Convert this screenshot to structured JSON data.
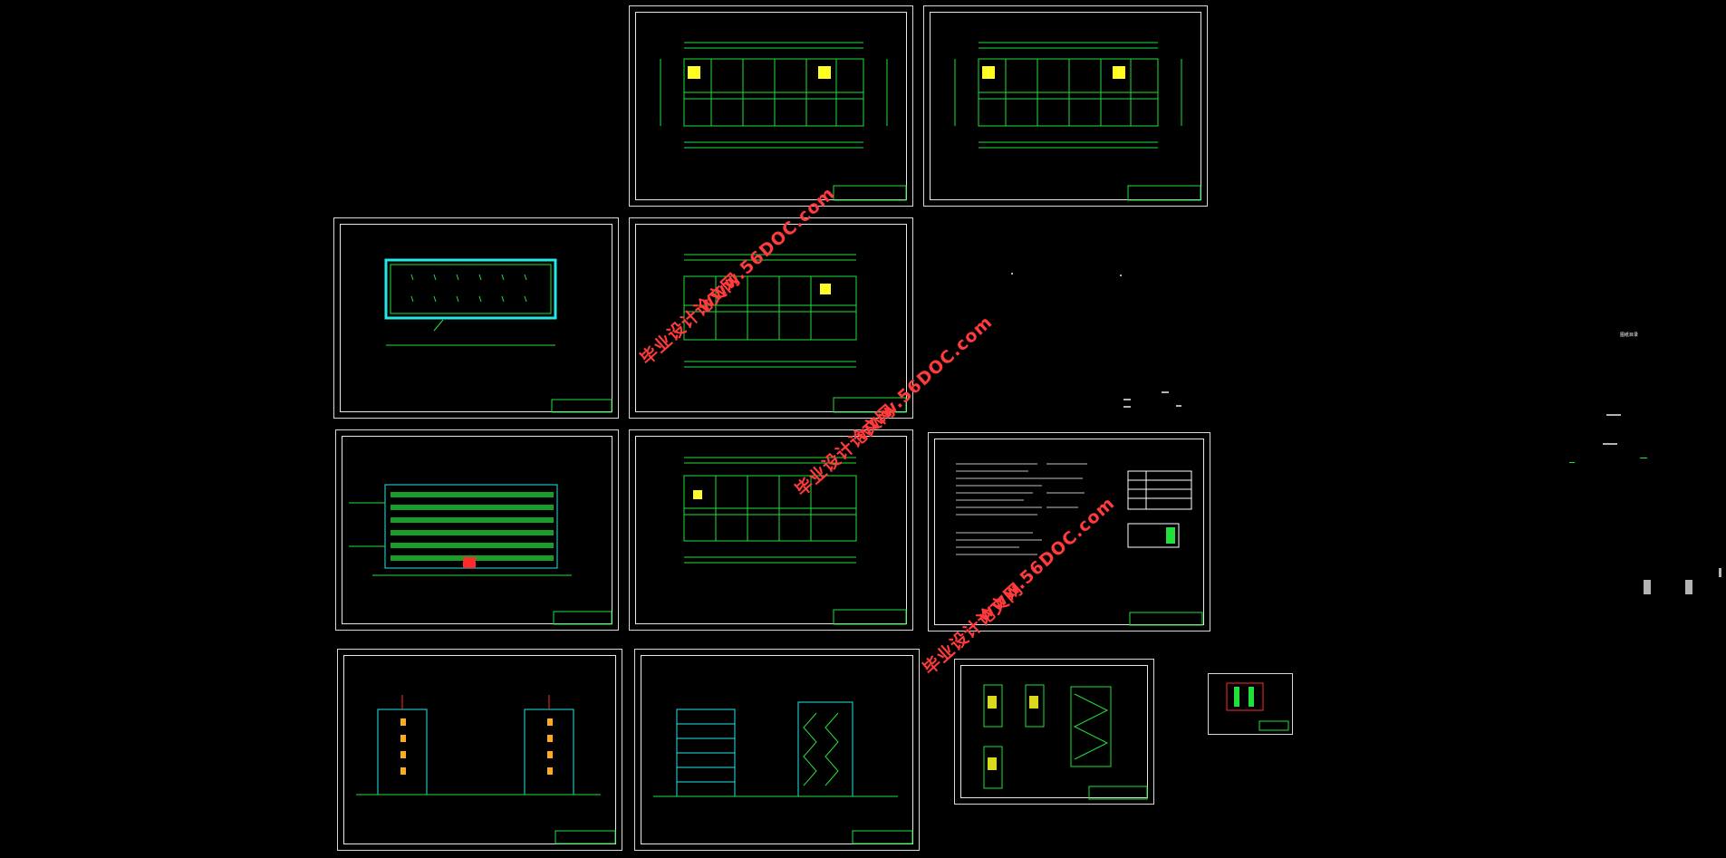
{
  "canvas": {
    "background": "#000000"
  },
  "colors": {
    "line": "#22e03a",
    "frame": "#ffffff",
    "accent": "#ffff22",
    "cyan": "#22e8e8",
    "watermark": "#ff3b3b",
    "red": "#ff2a2a"
  },
  "watermarks": [
    {
      "text": "毕业设计论文网"
    },
    {
      "text": "www.56DOC.com"
    }
  ],
  "sheets": [
    {
      "id": "plan-a"
    },
    {
      "id": "plan-b"
    },
    {
      "id": "roof-plan"
    },
    {
      "id": "plan-c"
    },
    {
      "id": "front-elevation"
    },
    {
      "id": "plan-d"
    },
    {
      "id": "design-notes"
    },
    {
      "id": "side-elevations"
    },
    {
      "id": "sections"
    },
    {
      "id": "stair-details"
    },
    {
      "id": "detail-small"
    }
  ],
  "annotations": {
    "legend_title": "图纸目录"
  }
}
